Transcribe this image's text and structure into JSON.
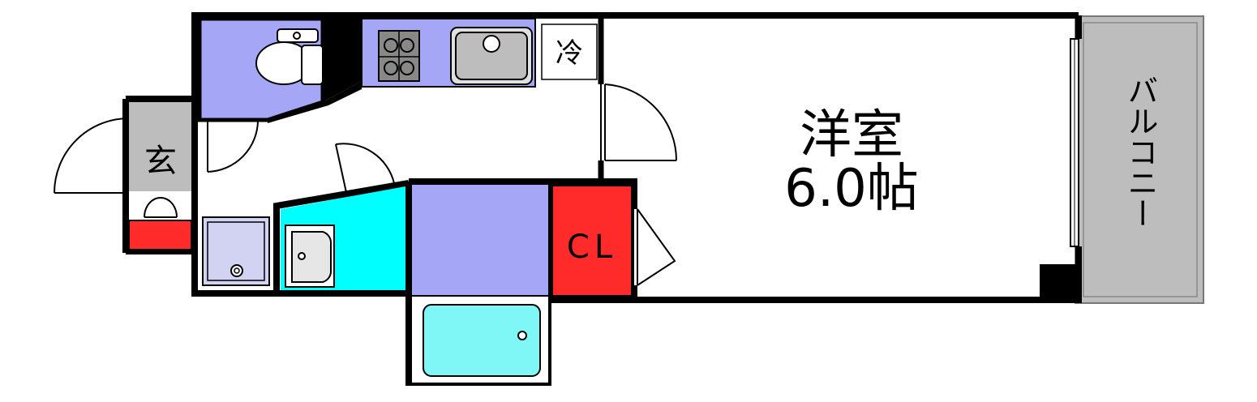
{
  "rooms": {
    "western_room": {
      "name": "洋室",
      "size": "6.0帖"
    },
    "balcony": {
      "name": "バルコニー"
    },
    "entrance": {
      "name": "玄"
    },
    "closet": {
      "name": "CL"
    },
    "fridge": {
      "name": "冷"
    }
  },
  "colors": {
    "wall": "#000000",
    "toilet_bath": "#a6a6f6",
    "washroom": "#00ffff",
    "closet": "#ff2a2a",
    "entry_storage": "#ff2a2a",
    "balcony": "#bdbdbd",
    "entrance_floor": "#bdbdbd",
    "bathtub": "#7ff7f7",
    "floor": "#ffffff"
  },
  "icons": [
    "toilet-icon",
    "stove-icon",
    "sink-icon",
    "washer-pan-icon",
    "vanity-basin-icon",
    "bathtub-icon"
  ]
}
